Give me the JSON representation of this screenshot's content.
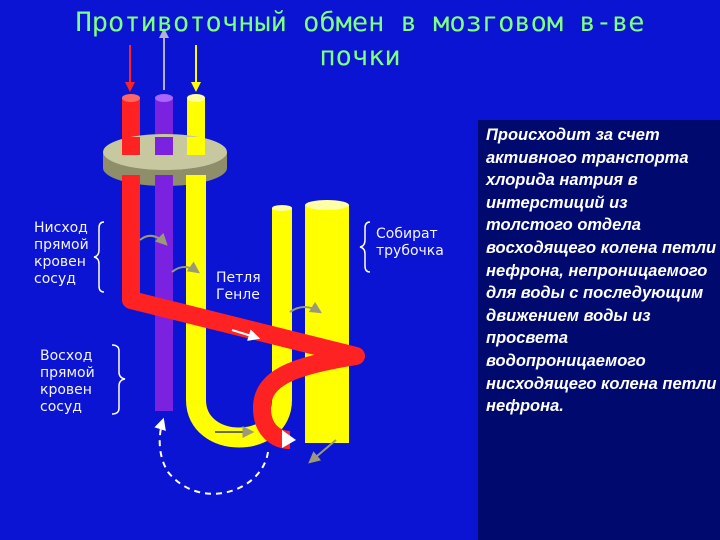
{
  "slide": {
    "title_line1": "Противоточный обмен в мозговом в-ве",
    "title_line2": "почки",
    "labels": {
      "descending_vessel": "Нисход\nпрямой\nкровен\nсосуд",
      "ascending_vessel": "Восход\nпрямой\nкровен\nсосуд",
      "henle_loop": "Петля\nГенле",
      "collecting_duct": "Собират\nтрубочка"
    },
    "description": "Происходит за счет активного транспорта хлорида натрия в интерстиций из толстого отдела восходящего колена петли нефрона, непроницаемого для воды с последующим движением воды из просвета водопроницаемого нисходящего колена петли нефрона."
  },
  "colors": {
    "background": "#0a14d2",
    "right_panel": "#000a6e",
    "title": "#7fff7f",
    "vessel_descending": "#ff2222",
    "vessel_ascending": "#7a22e0",
    "tubule": "#ffff00",
    "plate": "#c8c8a0"
  }
}
